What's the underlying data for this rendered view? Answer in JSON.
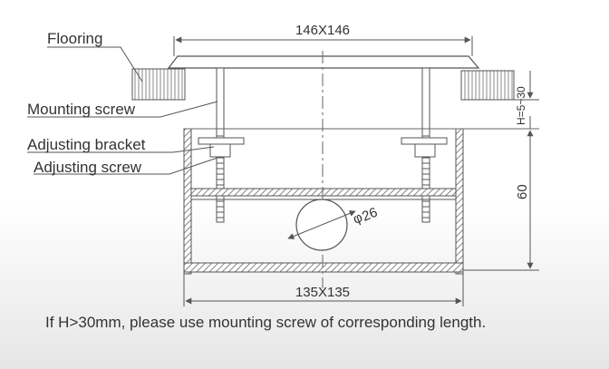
{
  "labels": {
    "flooring": "Flooring",
    "mounting_screw": "Mounting screw",
    "adjusting_bracket": "Adjusting bracket",
    "adjusting_screw": "Adjusting screw"
  },
  "dimensions": {
    "top_width": "146X146",
    "bottom_width": "135X135",
    "height_range": "H=5~30",
    "depth": "60",
    "hole_diameter": "26"
  },
  "note": "If H>30mm, please use mounting screw of corresponding length.",
  "colors": {
    "line": "#555555",
    "hatch": "#777777",
    "text": "#333333"
  }
}
